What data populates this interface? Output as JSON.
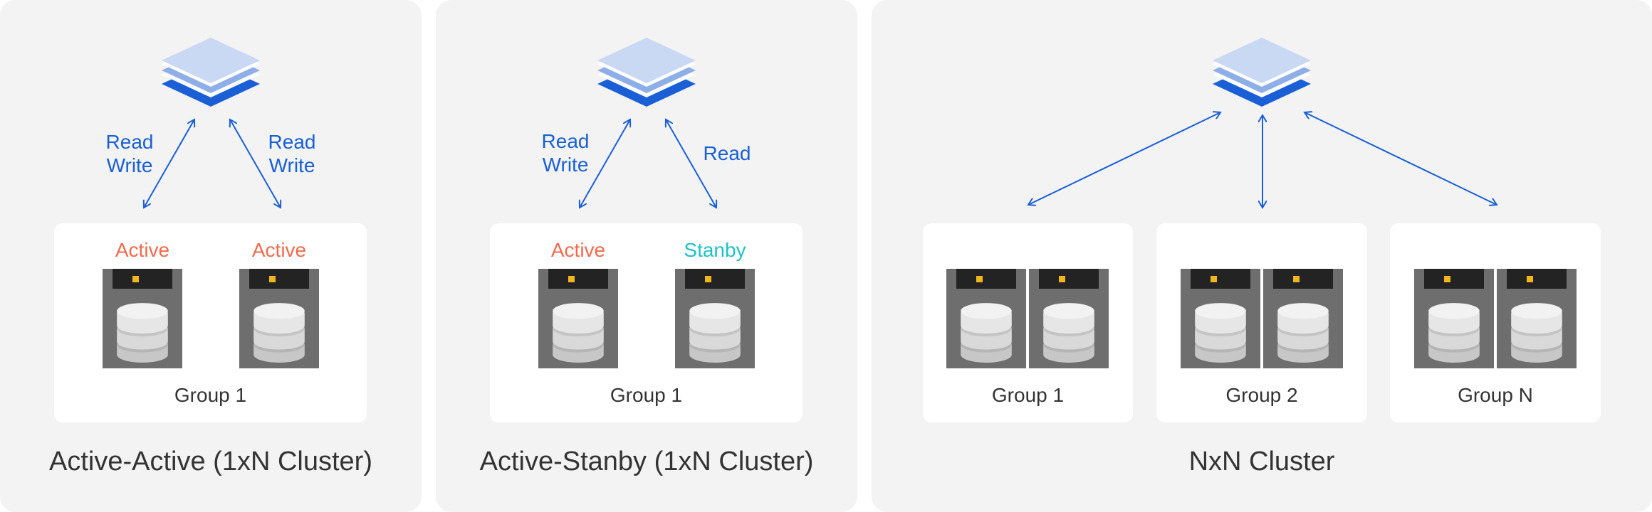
{
  "colors": {
    "panel_bg": "#f3f3f3",
    "arrow_blue": "#1a5fd6",
    "active_red": "#f06a4e",
    "standby_teal": "#1fc2c9",
    "server_gray": "#6e6e6e",
    "led_yellow": "#f3b51c"
  },
  "icons": [
    "layer-stack-icon",
    "server-icon",
    "database-cylinder-icon",
    "double-arrow-icon"
  ],
  "panels": [
    {
      "title": "Active-Active (1xN Cluster)",
      "left_label": [
        "Read",
        "Write"
      ],
      "right_label": [
        "Read",
        "Write"
      ],
      "group": "Group 1",
      "statuses": [
        "Active",
        "Active"
      ]
    },
    {
      "title": "Active-Stanby (1xN Cluster)",
      "left_label": [
        "Read",
        "Write"
      ],
      "right_label": [
        "Read"
      ],
      "group": "Group 1",
      "statuses": [
        "Active",
        "Stanby"
      ]
    },
    {
      "title": "NxN Cluster",
      "groups": [
        "Group 1",
        "Group 2",
        "Group N"
      ]
    }
  ]
}
